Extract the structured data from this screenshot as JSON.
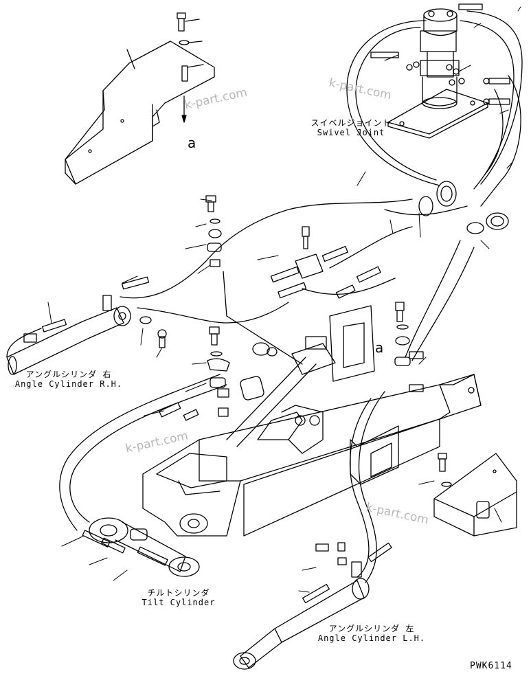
{
  "labels": {
    "swivel_joint": {
      "jp": "スイベルジョイント",
      "en": "Swivel Joint"
    },
    "angle_cylinder_rh": {
      "jp": "アングルシリンダ 右",
      "en": "Angle Cylinder R.H."
    },
    "tilt_cylinder": {
      "jp": "チルトシリンダ",
      "en": "Tilt Cylinder"
    },
    "angle_cylinder_lh": {
      "jp": "アングルシリンダ 左",
      "en": "Angle Cylinder L.H."
    }
  },
  "reference_marks": {
    "upper": "a",
    "center": "a"
  },
  "watermark": "k-part.com",
  "drawing_code": "PWK6114",
  "colors": {
    "line": "#000000",
    "watermark": "#b8b8b8",
    "background": "#ffffff"
  }
}
